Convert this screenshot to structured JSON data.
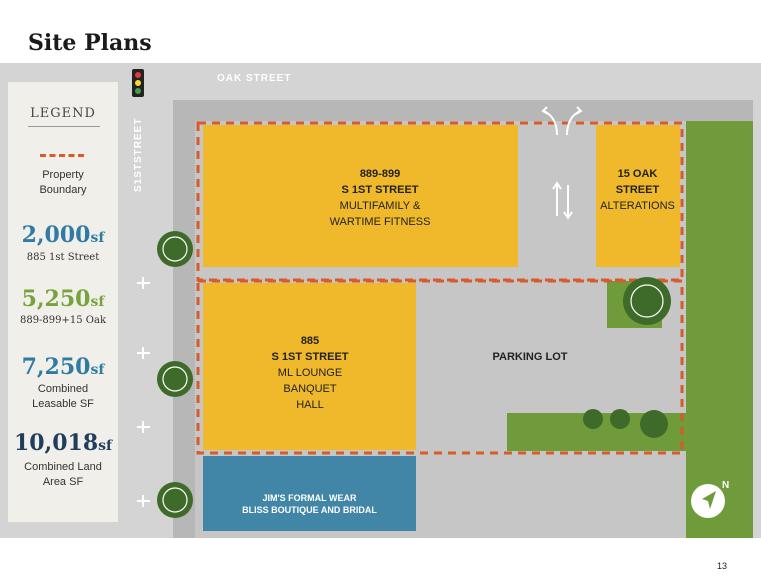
{
  "page_title": "Site Plans",
  "page_number": "13",
  "streets": {
    "top": "OAK STREET",
    "left": "S1STSTREET"
  },
  "legend": {
    "title": "LEGEND",
    "boundary_label": "Property Boundary",
    "items": [
      {
        "value": "2,000",
        "unit": "sf",
        "label": "885 1st Street",
        "color": "#2f7ba3"
      },
      {
        "value": "5,250",
        "unit": "sf",
        "label": "889-899+15 Oak",
        "color": "#76a33c"
      },
      {
        "value": "7,250",
        "unit": "sf",
        "label": "Combined Leasable SF",
        "color": "#2f7ba3"
      },
      {
        "value": "10,018",
        "unit": "sf",
        "label": "Combined Land Area SF",
        "color": "#1f3e5e"
      }
    ]
  },
  "buildings": {
    "b889": {
      "line1": "889-899",
      "line2": "S 1ST STREET",
      "line3": "MULTIFAMILY &",
      "line4": "WARTIME FITNESS"
    },
    "b15oak": {
      "line1": "15 OAK",
      "line2": "STREET",
      "line3": "ALTERATIONS"
    },
    "b885": {
      "line1": "885",
      "line2": "S 1ST STREET",
      "line3": "ML LOUNGE",
      "line4": "BANQUET",
      "line5": "HALL"
    },
    "parking": "PARKING LOT",
    "jims": {
      "line1": "JIM'S FORMAL WEAR",
      "line2": "BLISS BOUTIQUE AND BRIDAL"
    }
  },
  "compass_label": "N",
  "colors": {
    "building": "#f0b92b",
    "blue_building": "#4186a6",
    "green": "#6f9b3a",
    "boundary": "#d95a2b",
    "road": "#d4d4d4",
    "lot": "#c6c6c6"
  }
}
